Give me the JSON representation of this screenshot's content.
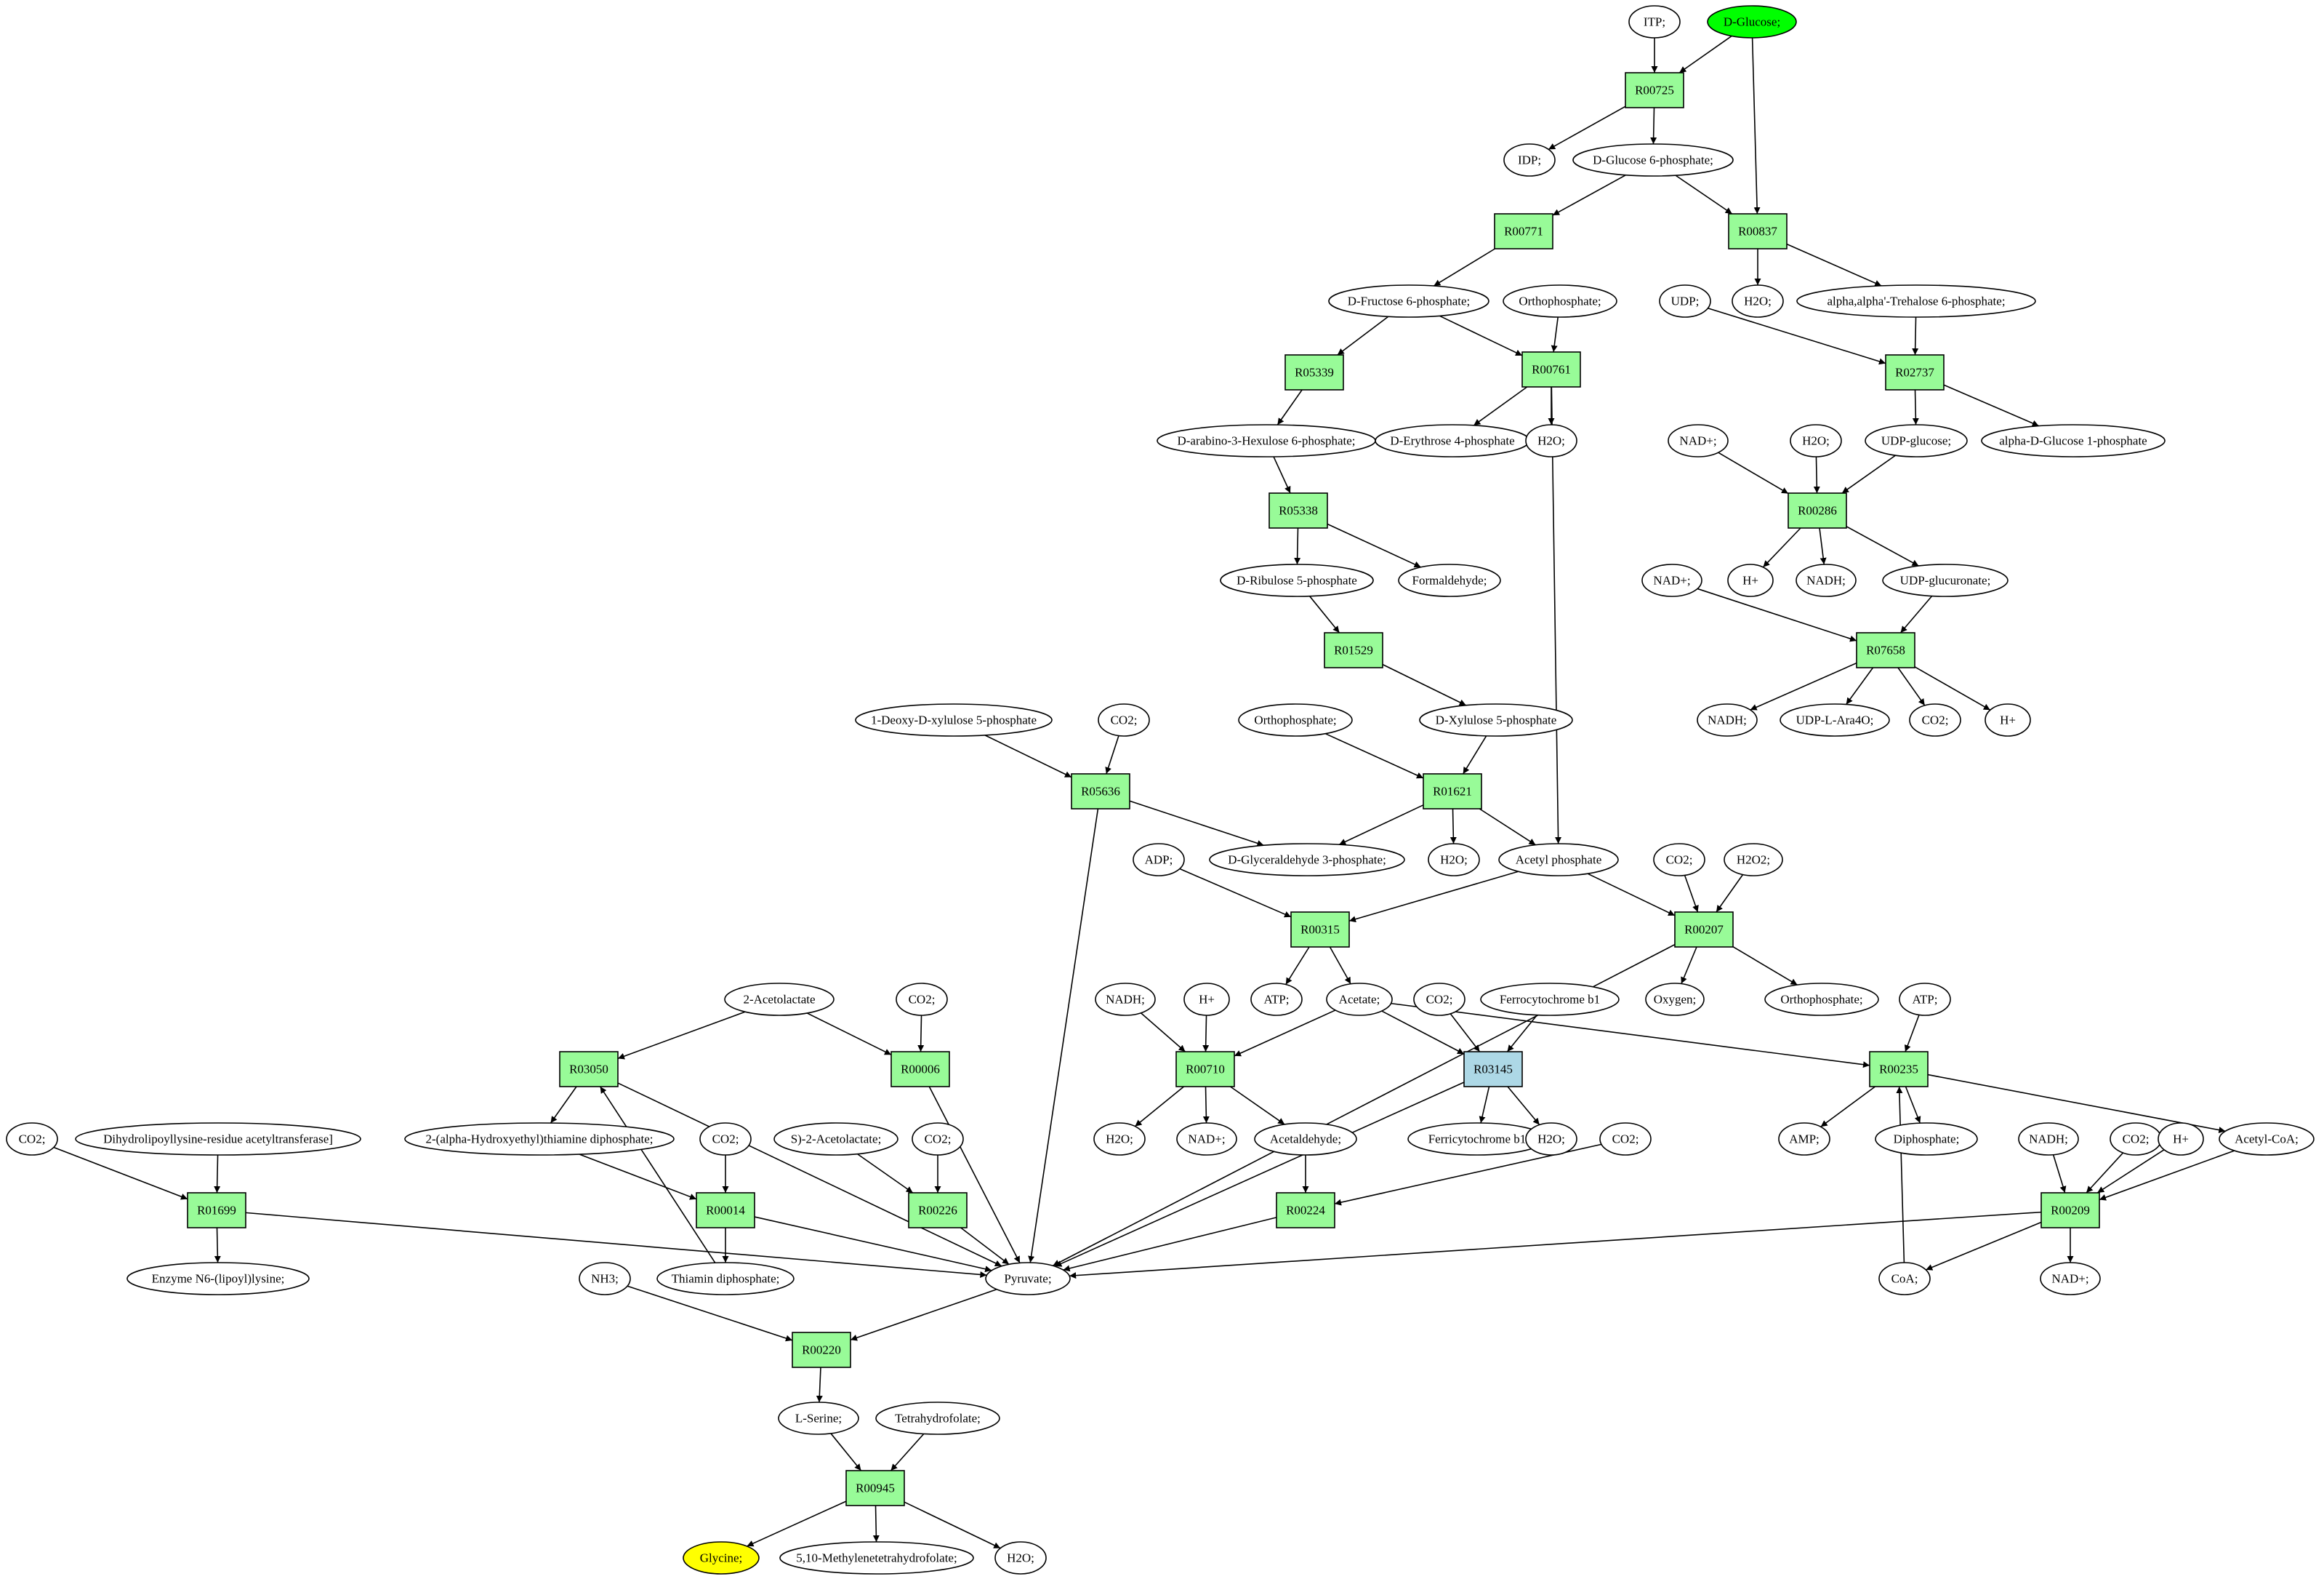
{
  "colors": {
    "reaction": "#98fb98",
    "reaction_alt": "#add8e6",
    "start_metabolite": "#00ff00",
    "end_metabolite": "#ffff00",
    "metabolite": "#ffffff"
  },
  "nodes": [
    {
      "id": "m_itp",
      "label": "ITP;",
      "kind": "met"
    },
    {
      "id": "m_glc",
      "label": "D-Glucose;",
      "kind": "met",
      "role": "start"
    },
    {
      "id": "r_00725",
      "label": "R00725",
      "kind": "rxn"
    },
    {
      "id": "m_idp",
      "label": "IDP;",
      "kind": "met"
    },
    {
      "id": "m_g6p",
      "label": "D-Glucose 6-phosphate;",
      "kind": "met"
    },
    {
      "id": "r_00771",
      "label": "R00771",
      "kind": "rxn"
    },
    {
      "id": "r_00837",
      "label": "R00837",
      "kind": "rxn"
    },
    {
      "id": "m_h2o_837",
      "label": "H2O;",
      "kind": "met"
    },
    {
      "id": "m_tre6p",
      "label": "alpha,alpha'-Trehalose 6-phosphate;",
      "kind": "met"
    },
    {
      "id": "m_f6p",
      "label": "D-Fructose 6-phosphate;",
      "kind": "met"
    },
    {
      "id": "m_pi_761",
      "label": "Orthophosphate;",
      "kind": "met"
    },
    {
      "id": "m_udp",
      "label": "UDP;",
      "kind": "met"
    },
    {
      "id": "r_05339",
      "label": "R05339",
      "kind": "rxn"
    },
    {
      "id": "r_00761",
      "label": "R00761",
      "kind": "rxn"
    },
    {
      "id": "r_02737",
      "label": "R02737",
      "kind": "rxn"
    },
    {
      "id": "m_hex6p",
      "label": "D-arabino-3-Hexulose 6-phosphate;",
      "kind": "met"
    },
    {
      "id": "m_e4p",
      "label": "D-Erythrose 4-phosphate",
      "kind": "met"
    },
    {
      "id": "m_h2o_761",
      "label": "H2O;",
      "kind": "met"
    },
    {
      "id": "m_nad_286",
      "label": "NAD+;",
      "kind": "met"
    },
    {
      "id": "m_h2o_286",
      "label": "H2O;",
      "kind": "met"
    },
    {
      "id": "m_udpglc",
      "label": "UDP-glucose;",
      "kind": "met"
    },
    {
      "id": "m_ag1p",
      "label": "alpha-D-Glucose 1-phosphate",
      "kind": "met"
    },
    {
      "id": "r_05338",
      "label": "R05338",
      "kind": "rxn"
    },
    {
      "id": "r_00286",
      "label": "R00286",
      "kind": "rxn"
    },
    {
      "id": "m_ru5p",
      "label": "D-Ribulose 5-phosphate",
      "kind": "met"
    },
    {
      "id": "m_hcho",
      "label": "Formaldehyde;",
      "kind": "met"
    },
    {
      "id": "m_h_286",
      "label": "H+",
      "kind": "met"
    },
    {
      "id": "m_nadh_286",
      "label": "NADH;",
      "kind": "met"
    },
    {
      "id": "m_udpgla",
      "label": "UDP-glucuronate;",
      "kind": "met"
    },
    {
      "id": "m_nad_658",
      "label": "NAD+;",
      "kind": "met"
    },
    {
      "id": "r_01529",
      "label": "R01529",
      "kind": "rxn"
    },
    {
      "id": "r_07658",
      "label": "R07658",
      "kind": "rxn"
    },
    {
      "id": "m_nadh_658",
      "label": "NADH;",
      "kind": "met"
    },
    {
      "id": "m_udpara",
      "label": "UDP-L-Ara4O;",
      "kind": "met"
    },
    {
      "id": "m_co2_658",
      "label": "CO2;",
      "kind": "met"
    },
    {
      "id": "m_h_658",
      "label": "H+",
      "kind": "met"
    },
    {
      "id": "m_dxp",
      "label": "1-Deoxy-D-xylulose 5-phosphate",
      "kind": "met"
    },
    {
      "id": "m_co2_636",
      "label": "CO2;",
      "kind": "met"
    },
    {
      "id": "m_pi_621",
      "label": "Orthophosphate;",
      "kind": "met"
    },
    {
      "id": "m_xu5p",
      "label": "D-Xylulose 5-phosphate",
      "kind": "met"
    },
    {
      "id": "r_05636",
      "label": "R05636",
      "kind": "rxn"
    },
    {
      "id": "r_01621",
      "label": "R01621",
      "kind": "rxn"
    },
    {
      "id": "m_gap",
      "label": "D-Glyceraldehyde 3-phosphate;",
      "kind": "met"
    },
    {
      "id": "m_h2o_621",
      "label": "H2O;",
      "kind": "met"
    },
    {
      "id": "m_acp",
      "label": "Acetyl phosphate",
      "kind": "met"
    },
    {
      "id": "m_adp",
      "label": "ADP;",
      "kind": "met"
    },
    {
      "id": "m_co2_207",
      "label": "CO2;",
      "kind": "met"
    },
    {
      "id": "m_h2o2",
      "label": "H2O2;",
      "kind": "met"
    },
    {
      "id": "r_00315",
      "label": "R00315",
      "kind": "rxn"
    },
    {
      "id": "r_00207",
      "label": "R00207",
      "kind": "rxn"
    },
    {
      "id": "m_atp_315",
      "label": "ATP;",
      "kind": "met"
    },
    {
      "id": "m_ac",
      "label": "Acetate;",
      "kind": "met"
    },
    {
      "id": "m_o2",
      "label": "Oxygen;",
      "kind": "met"
    },
    {
      "id": "m_pi_207",
      "label": "Orthophosphate;",
      "kind": "met"
    },
    {
      "id": "m_alac",
      "label": "2-Acetolactate",
      "kind": "met"
    },
    {
      "id": "m_co2_006",
      "label": "CO2;",
      "kind": "met"
    },
    {
      "id": "m_nadh_710",
      "label": "NADH;",
      "kind": "met"
    },
    {
      "id": "m_h_710",
      "label": "H+",
      "kind": "met"
    },
    {
      "id": "m_co2_145",
      "label": "CO2;",
      "kind": "met"
    },
    {
      "id": "m_fcb1",
      "label": "Ferrocytochrome b1",
      "kind": "met"
    },
    {
      "id": "m_atp_235",
      "label": "ATP;",
      "kind": "met"
    },
    {
      "id": "r_03050",
      "label": "R03050",
      "kind": "rxn"
    },
    {
      "id": "r_00006",
      "label": "R00006",
      "kind": "rxn"
    },
    {
      "id": "r_00710",
      "label": "R00710",
      "kind": "rxn"
    },
    {
      "id": "r_03145",
      "label": "R03145",
      "kind": "rxn",
      "role": "alt"
    },
    {
      "id": "r_00235",
      "label": "R00235",
      "kind": "rxn"
    },
    {
      "id": "m_co2_699",
      "label": "CO2;",
      "kind": "met"
    },
    {
      "id": "m_dlat",
      "label": "Dihydrolipoyllysine-residue acetyltransferase]",
      "kind": "met"
    },
    {
      "id": "m_hethdp",
      "label": "2-(alpha-Hydroxyethyl)thiamine diphosphate;",
      "kind": "met"
    },
    {
      "id": "m_co2_014",
      "label": "CO2;",
      "kind": "met"
    },
    {
      "id": "m_salac",
      "label": "S)-2-Acetolactate;",
      "kind": "met"
    },
    {
      "id": "m_co2_226",
      "label": "CO2;",
      "kind": "met"
    },
    {
      "id": "m_h2o_710",
      "label": "H2O;",
      "kind": "met"
    },
    {
      "id": "m_nad_710",
      "label": "NAD+;",
      "kind": "met"
    },
    {
      "id": "m_acald",
      "label": "Acetaldehyde;",
      "kind": "met"
    },
    {
      "id": "m_ficb1",
      "label": "Ferricytochrome b1",
      "kind": "met"
    },
    {
      "id": "m_h2o_145",
      "label": "H2O;",
      "kind": "met"
    },
    {
      "id": "m_co2_224",
      "label": "CO2;",
      "kind": "met"
    },
    {
      "id": "m_amp",
      "label": "AMP;",
      "kind": "met"
    },
    {
      "id": "m_ppi",
      "label": "Diphosphate;",
      "kind": "met"
    },
    {
      "id": "m_nadh_209",
      "label": "NADH;",
      "kind": "met"
    },
    {
      "id": "m_co2_209",
      "label": "CO2;",
      "kind": "met"
    },
    {
      "id": "m_h_209",
      "label": "H+",
      "kind": "met"
    },
    {
      "id": "m_accoa",
      "label": "Acetyl-CoA;",
      "kind": "met"
    },
    {
      "id": "r_01699",
      "label": "R01699",
      "kind": "rxn"
    },
    {
      "id": "r_00014",
      "label": "R00014",
      "kind": "rxn"
    },
    {
      "id": "r_00226",
      "label": "R00226",
      "kind": "rxn"
    },
    {
      "id": "r_00224",
      "label": "R00224",
      "kind": "rxn"
    },
    {
      "id": "r_00209",
      "label": "R00209",
      "kind": "rxn"
    },
    {
      "id": "m_lpl",
      "label": "Enzyme N6-(lipoyl)lysine;",
      "kind": "met"
    },
    {
      "id": "m_thdp",
      "label": "Thiamin diphosphate;",
      "kind": "met"
    },
    {
      "id": "m_pyr",
      "label": "Pyruvate;",
      "kind": "met"
    },
    {
      "id": "m_coa",
      "label": "CoA;",
      "kind": "met"
    },
    {
      "id": "m_nad_209",
      "label": "NAD+;",
      "kind": "met"
    },
    {
      "id": "m_nh3",
      "label": "NH3;",
      "kind": "met"
    },
    {
      "id": "r_00220",
      "label": "R00220",
      "kind": "rxn"
    },
    {
      "id": "m_ser",
      "label": "L-Serine;",
      "kind": "met"
    },
    {
      "id": "m_thf",
      "label": "Tetrahydrofolate;",
      "kind": "met"
    },
    {
      "id": "r_00945",
      "label": "R00945",
      "kind": "rxn"
    },
    {
      "id": "m_gly",
      "label": "Glycine;",
      "kind": "met",
      "role": "end"
    },
    {
      "id": "m_mthf",
      "label": "5,10-Methylenetetrahydrofolate;",
      "kind": "met"
    },
    {
      "id": "m_h2o_945",
      "label": "H2O;",
      "kind": "met"
    }
  ],
  "edges": [
    [
      "m_itp",
      "r_00725"
    ],
    [
      "m_glc",
      "r_00725"
    ],
    [
      "m_glc",
      "r_00837"
    ],
    [
      "r_00725",
      "m_idp"
    ],
    [
      "r_00725",
      "m_g6p"
    ],
    [
      "m_g6p",
      "r_00771"
    ],
    [
      "m_g6p",
      "r_00837"
    ],
    [
      "r_00837",
      "m_h2o_837"
    ],
    [
      "r_00837",
      "m_tre6p"
    ],
    [
      "r_00771",
      "m_f6p"
    ],
    [
      "m_f6p",
      "r_05339"
    ],
    [
      "m_f6p",
      "r_00761"
    ],
    [
      "m_pi_761",
      "r_00761"
    ],
    [
      "m_udp",
      "r_02737"
    ],
    [
      "m_tre6p",
      "r_02737"
    ],
    [
      "r_05339",
      "m_hex6p"
    ],
    [
      "r_00761",
      "m_e4p"
    ],
    [
      "r_00761",
      "m_h2o_761"
    ],
    [
      "r_00761",
      "m_acp"
    ],
    [
      "r_02737",
      "m_udpglc"
    ],
    [
      "r_02737",
      "m_ag1p"
    ],
    [
      "m_hex6p",
      "r_05338"
    ],
    [
      "r_05338",
      "m_ru5p"
    ],
    [
      "r_05338",
      "m_hcho"
    ],
    [
      "m_nad_286",
      "r_00286"
    ],
    [
      "m_h2o_286",
      "r_00286"
    ],
    [
      "m_udpglc",
      "r_00286"
    ],
    [
      "r_00286",
      "m_h_286"
    ],
    [
      "r_00286",
      "m_nadh_286"
    ],
    [
      "r_00286",
      "m_udpgla"
    ],
    [
      "m_ru5p",
      "r_01529"
    ],
    [
      "r_01529",
      "m_xu5p"
    ],
    [
      "m_nad_658",
      "r_07658"
    ],
    [
      "m_udpgla",
      "r_07658"
    ],
    [
      "r_07658",
      "m_nadh_658"
    ],
    [
      "r_07658",
      "m_udpara"
    ],
    [
      "r_07658",
      "m_co2_658"
    ],
    [
      "r_07658",
      "m_h_658"
    ],
    [
      "m_dxp",
      "r_05636"
    ],
    [
      "m_co2_636",
      "r_05636"
    ],
    [
      "r_05636",
      "m_gap"
    ],
    [
      "r_05636",
      "m_pyr"
    ],
    [
      "m_pi_621",
      "r_01621"
    ],
    [
      "m_xu5p",
      "r_01621"
    ],
    [
      "r_01621",
      "m_gap"
    ],
    [
      "r_01621",
      "m_h2o_621"
    ],
    [
      "r_01621",
      "m_acp"
    ],
    [
      "m_adp",
      "r_00315"
    ],
    [
      "m_acp",
      "r_00315"
    ],
    [
      "m_acp",
      "r_00207"
    ],
    [
      "m_co2_207",
      "r_00207"
    ],
    [
      "m_h2o2",
      "r_00207"
    ],
    [
      "r_00315",
      "m_atp_315"
    ],
    [
      "r_00315",
      "m_ac"
    ],
    [
      "r_00207",
      "m_o2"
    ],
    [
      "r_00207",
      "m_pi_207"
    ],
    [
      "r_00207",
      "m_pyr"
    ],
    [
      "m_alac",
      "r_03050"
    ],
    [
      "m_alac",
      "r_00006"
    ],
    [
      "m_co2_006",
      "r_00006"
    ],
    [
      "r_03050",
      "m_hethdp"
    ],
    [
      "r_03050",
      "m_pyr"
    ],
    [
      "r_00006",
      "m_pyr"
    ],
    [
      "m_nadh_710",
      "r_00710"
    ],
    [
      "m_h_710",
      "r_00710"
    ],
    [
      "m_ac",
      "r_00710"
    ],
    [
      "r_00710",
      "m_h2o_710"
    ],
    [
      "r_00710",
      "m_nad_710"
    ],
    [
      "r_00710",
      "m_acald"
    ],
    [
      "m_ac",
      "r_03145"
    ],
    [
      "m_co2_145",
      "r_03145"
    ],
    [
      "m_fcb1",
      "r_03145"
    ],
    [
      "r_03145",
      "m_ficb1"
    ],
    [
      "r_03145",
      "m_h2o_145"
    ],
    [
      "r_03145",
      "m_pyr"
    ],
    [
      "m_ac",
      "r_00235"
    ],
    [
      "m_atp_235",
      "r_00235"
    ],
    [
      "m_coa",
      "r_00235"
    ],
    [
      "r_00235",
      "m_amp"
    ],
    [
      "r_00235",
      "m_ppi"
    ],
    [
      "r_00235",
      "m_accoa"
    ],
    [
      "m_co2_699",
      "r_01699"
    ],
    [
      "m_dlat",
      "r_01699"
    ],
    [
      "r_01699",
      "m_lpl"
    ],
    [
      "r_01699",
      "m_pyr"
    ],
    [
      "m_hethdp",
      "r_00014"
    ],
    [
      "m_co2_014",
      "r_00014"
    ],
    [
      "r_00014",
      "m_thdp"
    ],
    [
      "r_00014",
      "m_pyr"
    ],
    [
      "m_thdp",
      "r_03050"
    ],
    [
      "m_salac",
      "r_00226"
    ],
    [
      "m_co2_226",
      "r_00226"
    ],
    [
      "r_00226",
      "m_pyr"
    ],
    [
      "m_acald",
      "r_00224"
    ],
    [
      "m_co2_224",
      "r_00224"
    ],
    [
      "r_00224",
      "m_pyr"
    ],
    [
      "m_nadh_209",
      "r_00209"
    ],
    [
      "m_co2_209",
      "r_00209"
    ],
    [
      "m_h_209",
      "r_00209"
    ],
    [
      "m_accoa",
      "r_00209"
    ],
    [
      "r_00209",
      "m_pyr"
    ],
    [
      "r_00209",
      "m_coa"
    ],
    [
      "r_00209",
      "m_nad_209"
    ],
    [
      "m_pyr",
      "r_00220"
    ],
    [
      "m_nh3",
      "r_00220"
    ],
    [
      "r_00220",
      "m_ser"
    ],
    [
      "m_ser",
      "r_00945"
    ],
    [
      "m_thf",
      "r_00945"
    ],
    [
      "r_00945",
      "m_gly"
    ],
    [
      "r_00945",
      "m_mthf"
    ],
    [
      "r_00945",
      "m_h2o_945"
    ]
  ]
}
